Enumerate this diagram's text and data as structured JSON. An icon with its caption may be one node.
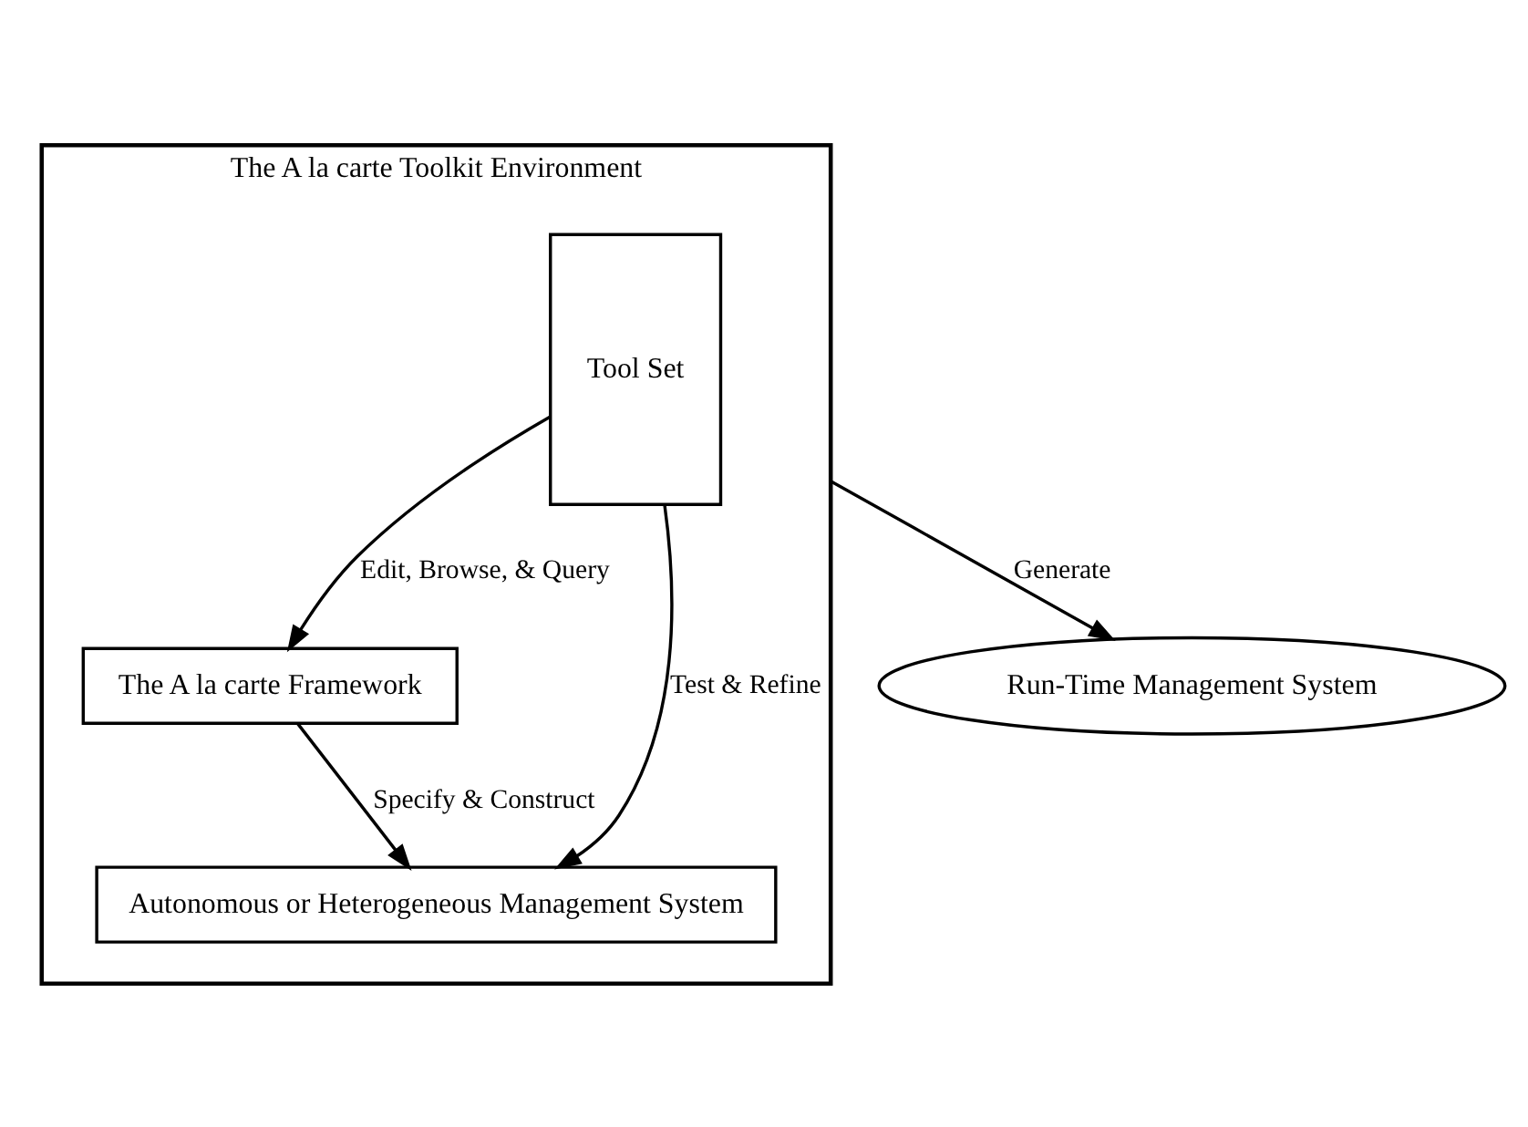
{
  "diagram": {
    "nodes": [
      {
        "text": [
          "The A la carte Toolkit Environment"
        ]
      },
      {
        "text": [
          "Tool Set"
        ],
        "in": 0
      },
      {
        "text": [
          "The A la carte Framework"
        ],
        "in": 0
      },
      {
        "text": [
          "Autonomous or Heterogeneous Management System"
        ],
        "in": 0
      },
      {
        "text": [
          "Run-Time Management System"
        ]
      }
    ],
    "edges": [
      {
        "from": 1,
        "to": 2,
        "arrow": "to",
        "label": "Edit, Browse, & Query"
      },
      {
        "from": 2,
        "to": 3,
        "arrow": "to",
        "label": "Specify & Construct"
      },
      {
        "from": 1,
        "to": 3,
        "arrow": "to",
        "label": "Test & Refine"
      },
      {
        "from": 0,
        "to": 4,
        "arrow": "to",
        "label": "Generate"
      }
    ]
  }
}
